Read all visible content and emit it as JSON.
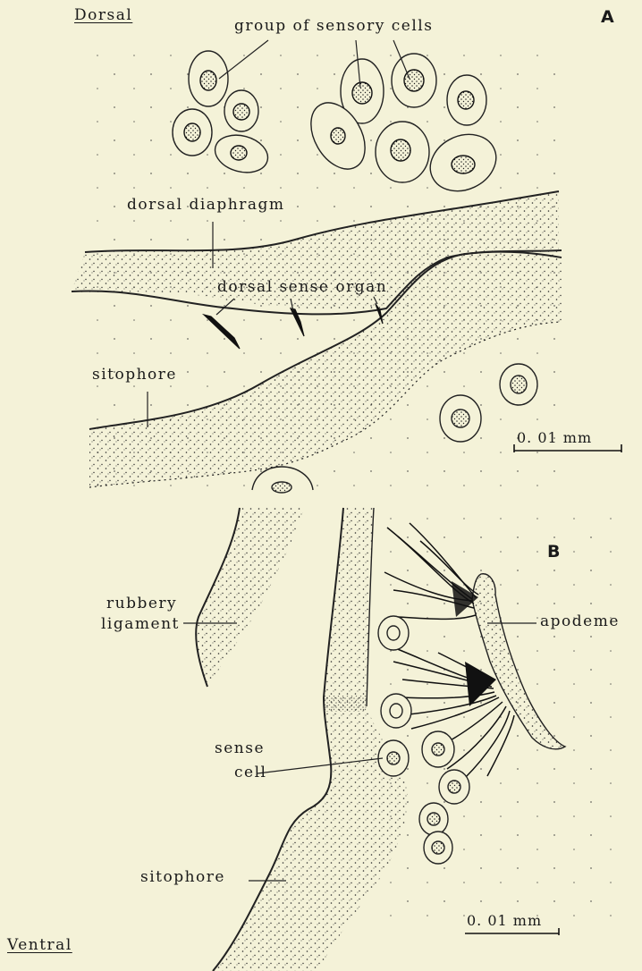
{
  "orientation": {
    "top": "Dorsal",
    "bottom": "Ventral"
  },
  "panel_a": {
    "letter": "A",
    "labels": {
      "sensory_cells": "group of sensory cells",
      "diaphragm": "dorsal diaphragm",
      "sense_organ": "dorsal sense organ",
      "sitophore": "sitophore"
    },
    "scale": "0. 01 mm"
  },
  "panel_b": {
    "letter": "B",
    "labels": {
      "ligament_line1": "rubbery",
      "ligament_line2": "ligament",
      "apodeme": "apodeme",
      "sense_cell_line1": "sense",
      "sense_cell_line2": "cell",
      "sitophore": "sitophore"
    },
    "scale": "0. 01 mm"
  },
  "colors": {
    "paper": "#f4f2d8",
    "ink": "#1a1a1a"
  }
}
